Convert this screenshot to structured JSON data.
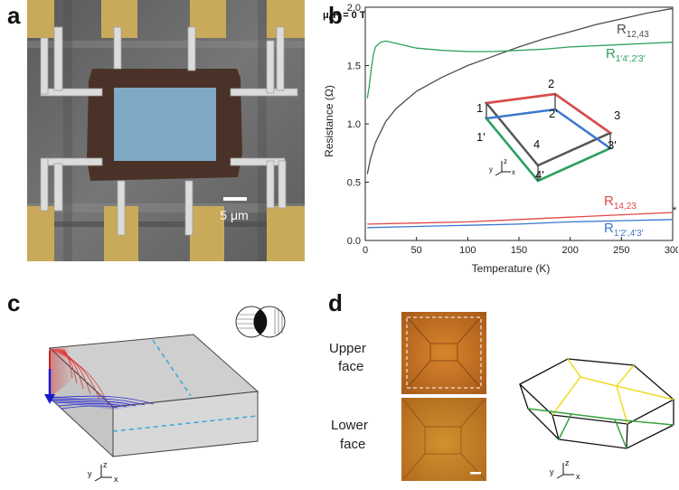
{
  "panels": {
    "a": {
      "letter": "a",
      "scale_bar_label": "5 μm"
    },
    "b": {
      "letter": "b",
      "field_label": "μ0H = 0 T",
      "star": "*",
      "inset": {
        "contact_labels": [
          "1",
          "2",
          "3",
          "4",
          "1'",
          "2'",
          "3'",
          "4'"
        ],
        "axes": {
          "x": "x",
          "y": "y",
          "z": "z"
        }
      }
    },
    "c": {
      "letter": "c",
      "axes": {
        "x": "x",
        "y": "y",
        "z": "z"
      }
    },
    "d": {
      "letter": "d",
      "upper_label": [
        "Upper",
        "face"
      ],
      "lower_label": [
        "Lower",
        "face"
      ],
      "axes": {
        "x": "x",
        "y": "y",
        "z": "z"
      }
    }
  },
  "colors": {
    "contacts_gold": "#c9aa5a",
    "sample_blue": "#7fa9c4",
    "frame_brown": "#4a3228",
    "sem_gray": "#6e6e6e",
    "optical_orange": "#c77a26",
    "curve_gray": "#4d4d4d",
    "curve_green": "#2ca05a",
    "curve_red": "#e04848",
    "curve_blue": "#3a78d0",
    "edge_yellow": "#f0dc28",
    "edge_green": "#3aa040",
    "dash_cyan": "#37a6d8",
    "arrow_blue": "#1a1acc"
  },
  "chart_data": {
    "type": "line",
    "xlabel": "Temperature (K)",
    "ylabel": "Resistance (Ω)",
    "xlim": [
      0,
      300
    ],
    "ylim": [
      0,
      2.0
    ],
    "xticks": [
      0,
      50,
      100,
      150,
      200,
      250,
      300
    ],
    "yticks": [
      0.0,
      0.5,
      1.0,
      1.5,
      2.0
    ],
    "ytick_labels": [
      "0.0",
      "0.5",
      "1.0",
      "1.5",
      "2.0"
    ],
    "grid": false,
    "series": [
      {
        "name": "R12,43",
        "name_main": "R",
        "name_sub": "12,43",
        "color": "#4d4d4d",
        "x": [
          2,
          5,
          10,
          20,
          30,
          50,
          75,
          100,
          125,
          150,
          175,
          200,
          225,
          250,
          275,
          300
        ],
        "y": [
          0.57,
          0.7,
          0.84,
          1.02,
          1.13,
          1.28,
          1.4,
          1.5,
          1.58,
          1.66,
          1.73,
          1.79,
          1.85,
          1.9,
          1.95,
          1.99
        ]
      },
      {
        "name": "R1'4',2'3'",
        "name_main": "R",
        "name_sub": "1'4',2'3'",
        "color": "#2ca05a",
        "x": [
          2,
          4,
          6,
          8,
          10,
          15,
          20,
          30,
          40,
          50,
          75,
          100,
          125,
          150,
          175,
          200,
          225,
          250,
          275,
          300
        ],
        "y": [
          1.22,
          1.33,
          1.48,
          1.6,
          1.66,
          1.7,
          1.71,
          1.69,
          1.67,
          1.65,
          1.63,
          1.62,
          1.62,
          1.63,
          1.64,
          1.66,
          1.67,
          1.68,
          1.69,
          1.7
        ]
      },
      {
        "name": "R14,23",
        "name_main": "R",
        "name_sub": "14,23",
        "color": "#e04848",
        "x": [
          2,
          50,
          100,
          150,
          200,
          250,
          300
        ],
        "y": [
          0.14,
          0.15,
          0.16,
          0.18,
          0.2,
          0.22,
          0.24
        ]
      },
      {
        "name": "R1'2',4'3'",
        "name_main": "R",
        "name_sub": "1'2',4'3'",
        "color": "#3a78d0",
        "x": [
          2,
          50,
          100,
          150,
          200,
          250,
          300
        ],
        "y": [
          0.11,
          0.12,
          0.13,
          0.14,
          0.16,
          0.17,
          0.18
        ]
      }
    ]
  }
}
